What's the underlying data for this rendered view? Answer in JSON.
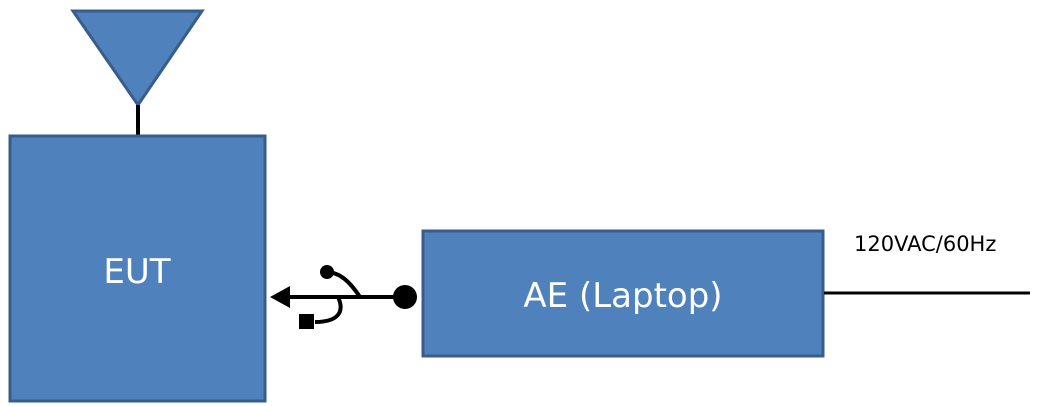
{
  "blocks": {
    "eut": {
      "label": "EUT"
    },
    "ae": {
      "label": "AE (Laptop)"
    }
  },
  "power": {
    "label": "120VAC/60Hz"
  },
  "icons": {
    "antenna": "antenna-icon",
    "usb": "usb-icon"
  },
  "colors": {
    "block_fill": "#4F81BD",
    "block_border": "#385D8A",
    "line": "#000000",
    "label_text": "#FFFFFF"
  }
}
